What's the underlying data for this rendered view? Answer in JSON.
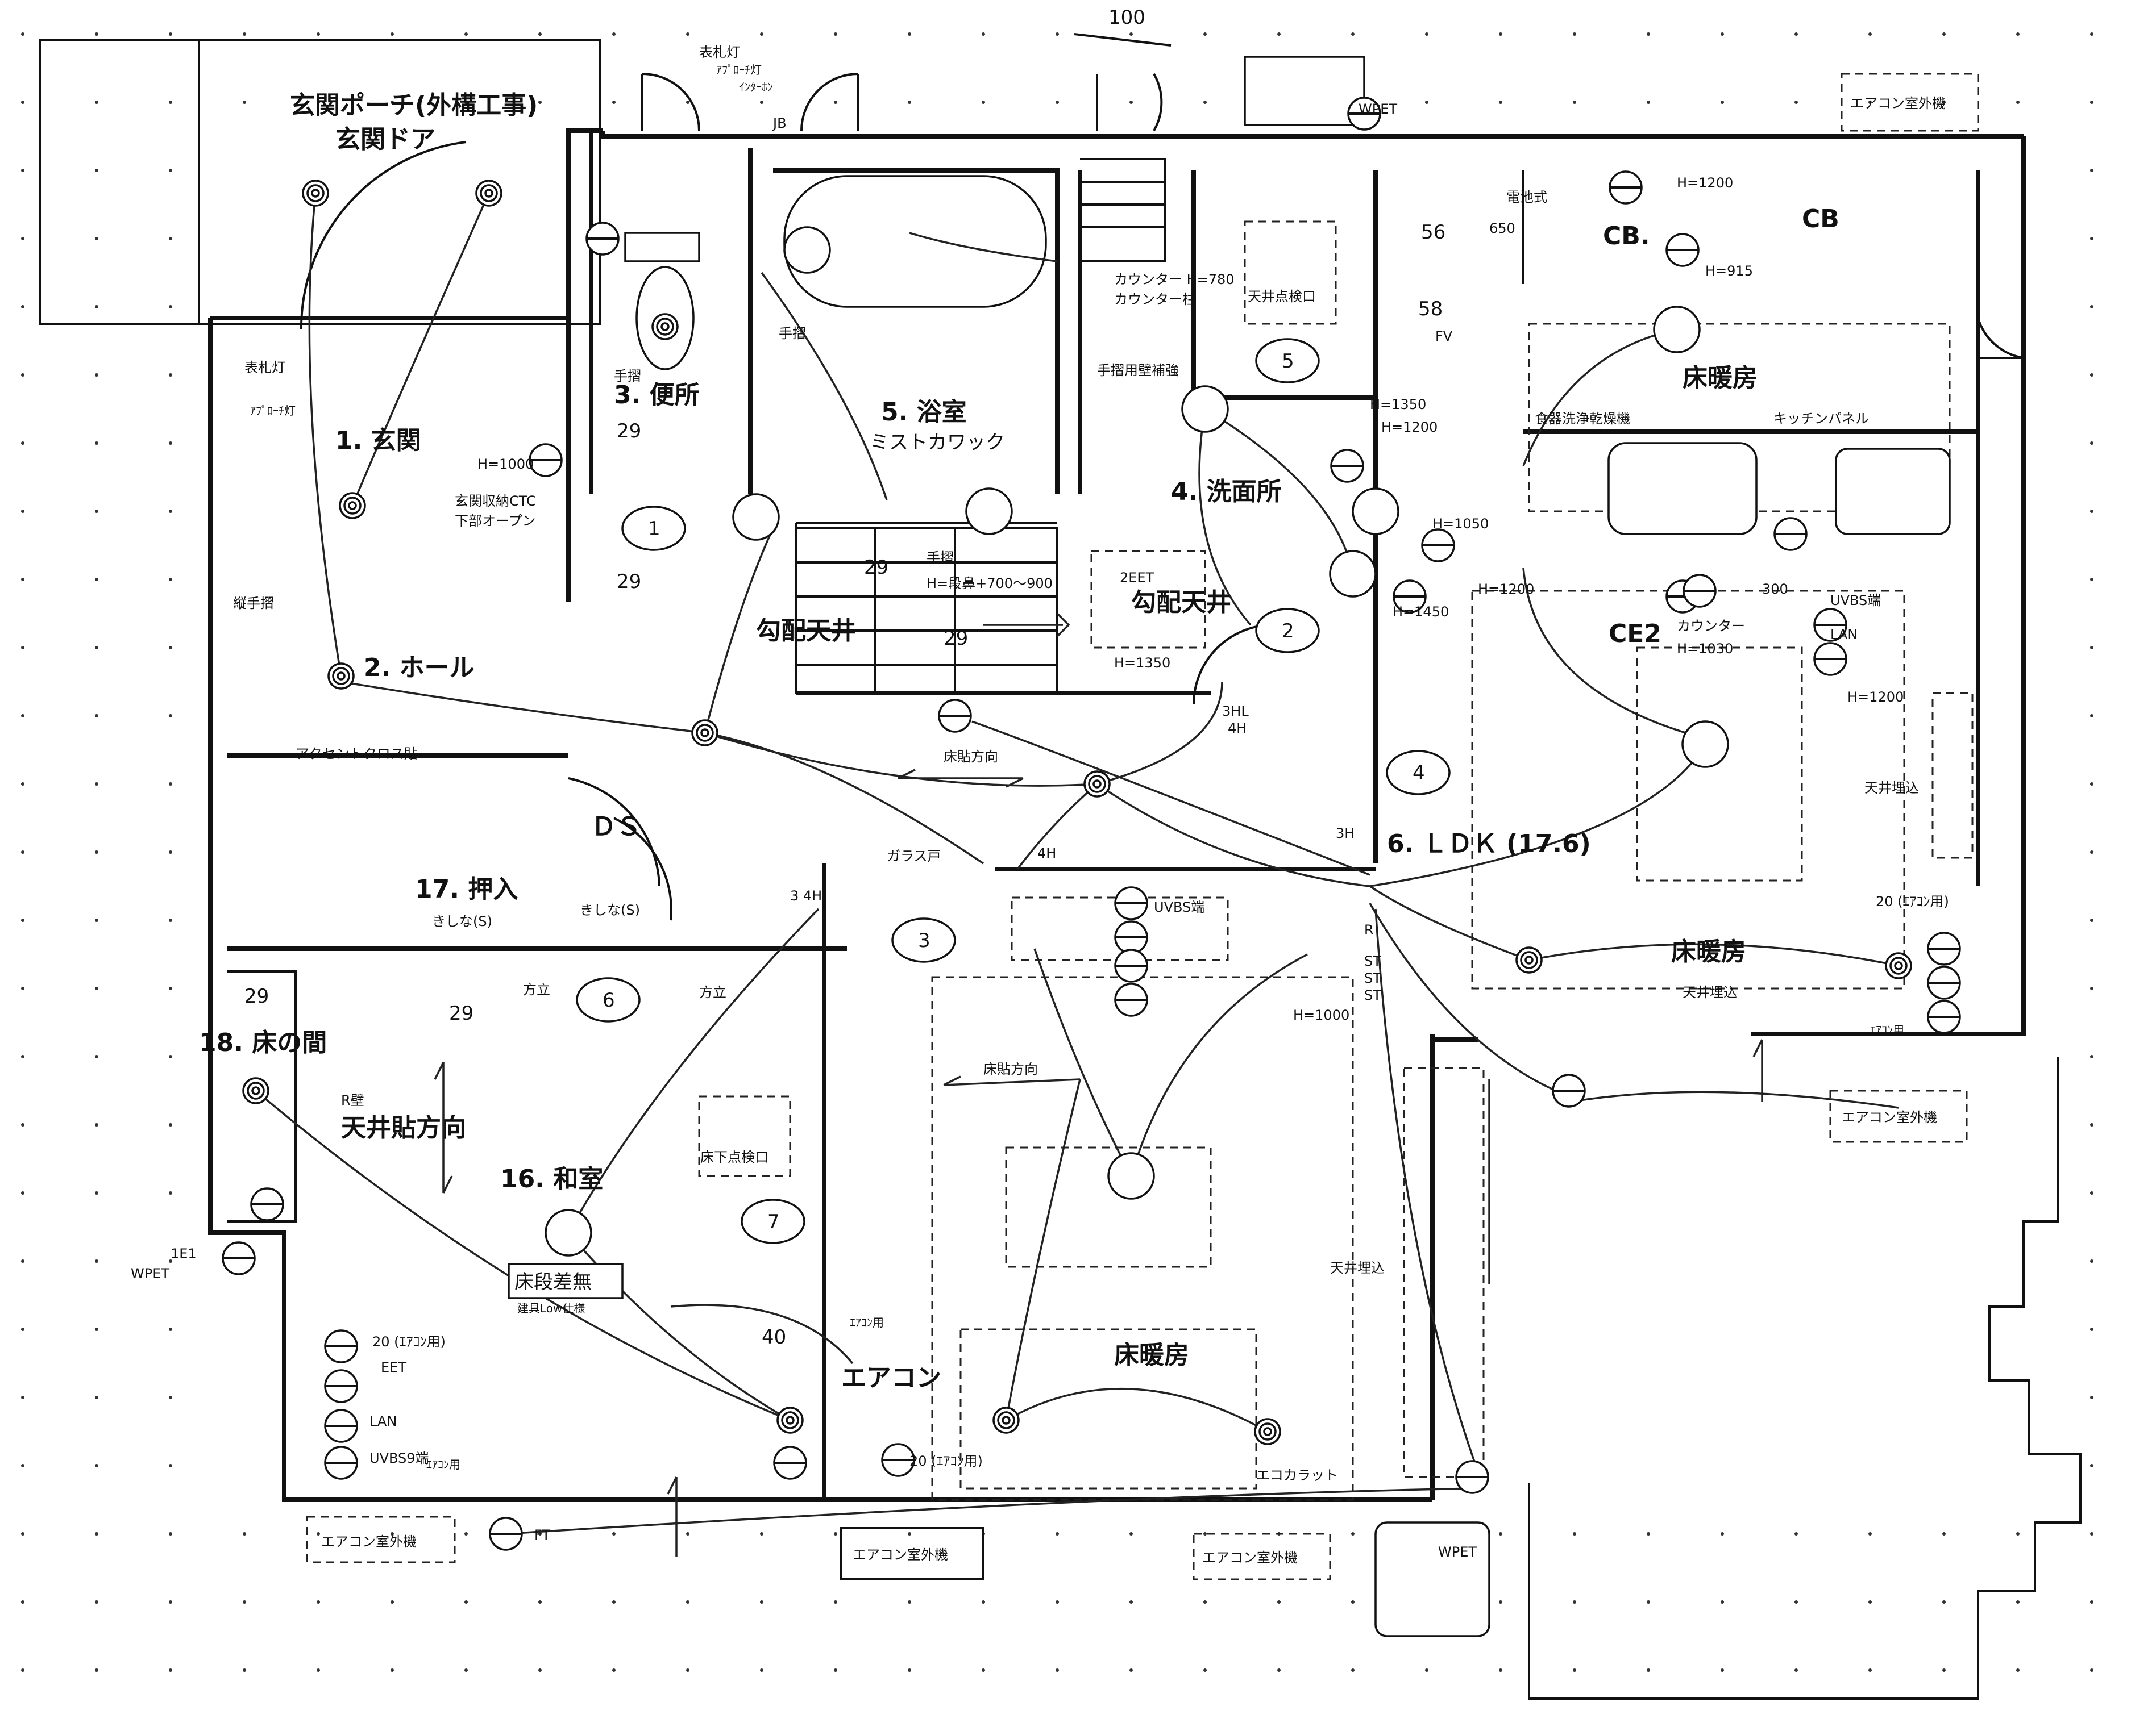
{
  "diagram": {
    "scale_label": "100",
    "rooms": {
      "porch": "玄関ポーチ(外構工事)",
      "entrance_door": "玄関ドア",
      "genkan": "1. 玄関",
      "hall": "2. ホール",
      "toilet": "3. 便所",
      "washroom": "4. 洗面所",
      "bath": "5. 浴室",
      "bath_sub": "ミストカワック",
      "ldk": "6. ＬＤＫ (17.6)",
      "washitsu": "16. 和室",
      "oshiire": "17. 押入",
      "tokonoma": "18. 床の間"
    },
    "labels": {
      "hyosatsu_top": "表札灯",
      "approach_top": "ｱﾌﾟﾛｰﾁ灯",
      "intercom": "ｲﾝﾀｰﾎﾝ",
      "jb": "JB",
      "hyosatsu_left": "表札灯",
      "approach_left": "ｱﾌﾟﾛｰﾁ灯",
      "genkan_storage": "玄関収納CTC",
      "genkan_storage2": "下部オープン",
      "h1000": "H=1000",
      "handrail_v": "縦手摺",
      "accent_cloth": "アクセントクロス貼",
      "ds": "ＤＳ",
      "kishina1": "きしな(S)",
      "kishina2": "きしな(S)",
      "houdate1": "方立",
      "houdate2": "方立",
      "r_wall": "R壁",
      "ceiling_dir": "天井貼方向",
      "no_step": "床段差無",
      "no_step_sub": "建具Low仕様",
      "aircon_use1": "20 (ｴｱｺﾝ用)",
      "eet": "EET",
      "lan": "LAN",
      "uvbs": "UVBS9端",
      "aircon_small": "ｴｱｺﾝ用",
      "wpet_left": "WPET",
      "oe1_left": "1E1",
      "dj_ft_left": "FT",
      "aircon_outdoor_1": "エアコン室外機",
      "aircon_outdoor_2": "エアコン室外機",
      "aircon_outdoor_3": "エアコン室外機",
      "aircon_outdoor_4": "エアコン室外機",
      "aircon_outdoor_5": "エアコン室外機",
      "handrail1": "手摺",
      "handrail2": "手摺",
      "handrail_stair": "手摺",
      "stair_height": "H=段鼻+700～900",
      "sloped_ceiling1": "勾配天井",
      "sloped_ceiling2": "勾配天井",
      "floor_dir1": "床貼方向",
      "floor_dir2": "床貼方向",
      "glass_door": "ガラス戸",
      "floor_inspect": "床下点検口",
      "ceiling_inspect": "天井点検口",
      "counter_h": "カウンター H=780",
      "counter_pillar": "カウンター柱",
      "handrail_reinforce": "手摺用壁補強",
      "twoeet": "2EET",
      "h1350a": "H=1350",
      "h1350b": "H=1350",
      "h1200": "H=1200",
      "h1050": "H=1050",
      "h1450": "H=1450",
      "h1200b": "H=1200",
      "h915": "H=915",
      "h1200c": "H=1200",
      "h1030": "H=1030",
      "h1200d": "H=1200",
      "h1000b": "H=1000",
      "cb1": "CB.",
      "cb2": "CB",
      "battery": "電池式",
      "fv": "FV",
      "floor_heat1": "床暖房",
      "floor_heat2": "床暖房",
      "floor_heat3": "床暖房",
      "dishwasher": "食器洗浄乾燥機",
      "kitchen_panel": "キッチンパネル",
      "counter": "カウンター",
      "ceiling_embed1": "天井埋込",
      "ceiling_embed2": "天井埋込",
      "ceiling_embed3": "天井埋込",
      "aircon_use2": "20 (ｴｱｺﾝ用)",
      "aircon_small2": "ｴｱｺﾝ用",
      "aircon_use3": "20 (ｴｱｺﾝ用)",
      "aircon_label": "エアコン",
      "aircon_top": "ｴｱｺﾝ用",
      "ecocarat": "エコカラット",
      "wpet_top": "WPET",
      "wpet_bottom": "WPET",
      "ce2": "CE2",
      "uvbs2": "UVBS端",
      "uvbs3": "UVBS端",
      "lan2": "LAN",
      "r1": "R",
      "st1": "ST",
      "st2": "ST",
      "st3": "ST",
      "n3hl": "3HL",
      "n4h": "4H",
      "n3h": "3H",
      "n4h2": "4H",
      "n34h": "3 4H",
      "n650": "650",
      "n300": "300",
      "n56": "56",
      "n58": "58",
      "n29a": "29",
      "n29b": "29",
      "n29c": "29",
      "n29d": "29",
      "n29e": "29",
      "n29f": "29",
      "n40": "40",
      "r_circ1": "①",
      "r_circ2": "②",
      "r_circ3": "③",
      "r_circ4": "④",
      "r_circ5": "⑤",
      "r_circ6": "⑥",
      "r_circ7": "⑦",
      "circ_1": "1",
      "circ_2": "2",
      "circ_3": "3",
      "circ_4": "4",
      "circ_5": "5",
      "circ_6": "6",
      "circ_7": "7"
    }
  }
}
